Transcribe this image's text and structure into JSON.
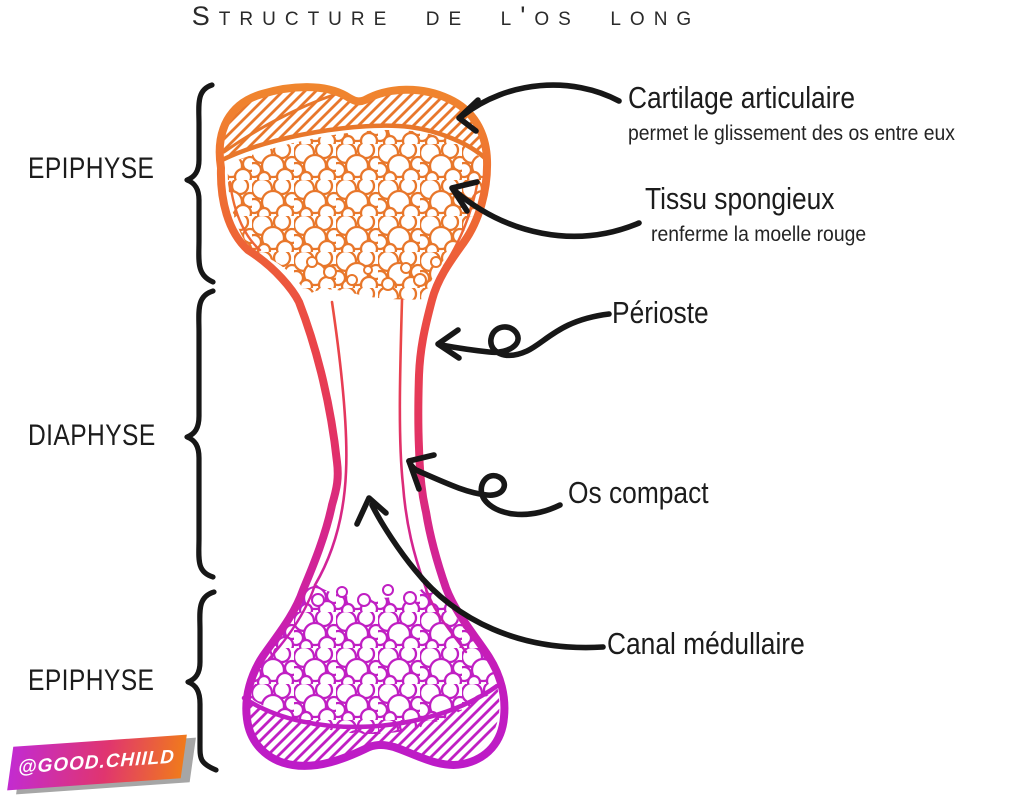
{
  "title": "Structure de l'os long",
  "sections": {
    "epiphyse_top": "EPIPHYSE",
    "diaphyse": "DIAPHYSE",
    "epiphyse_bottom": "EPIPHYSE"
  },
  "annotations": {
    "cartilage": {
      "label": "Cartilage articulaire",
      "description": "permet le glissement des os entre eux"
    },
    "spongieux": {
      "label": "Tissu spongieux",
      "description": "renferme la moelle rouge"
    },
    "perioste": {
      "label": "Périoste"
    },
    "os_compact": {
      "label": "Os compact"
    },
    "canal": {
      "label": "Canal médullaire"
    }
  },
  "watermark": "@GOOD.CHIILD",
  "colors": {
    "bone_top_orange": "#F0872E",
    "bone_mid_red": "#E73B55",
    "bone_bottom_magenta": "#BC1BC9",
    "detail_orange": "#E8772B",
    "detail_magenta": "#C01FC3",
    "ink_black": "#171717",
    "badge_gradient_start": "#C32BD0",
    "badge_gradient_end": "#F07A1C",
    "badge_shadow_gray": "#A6A6A6"
  }
}
